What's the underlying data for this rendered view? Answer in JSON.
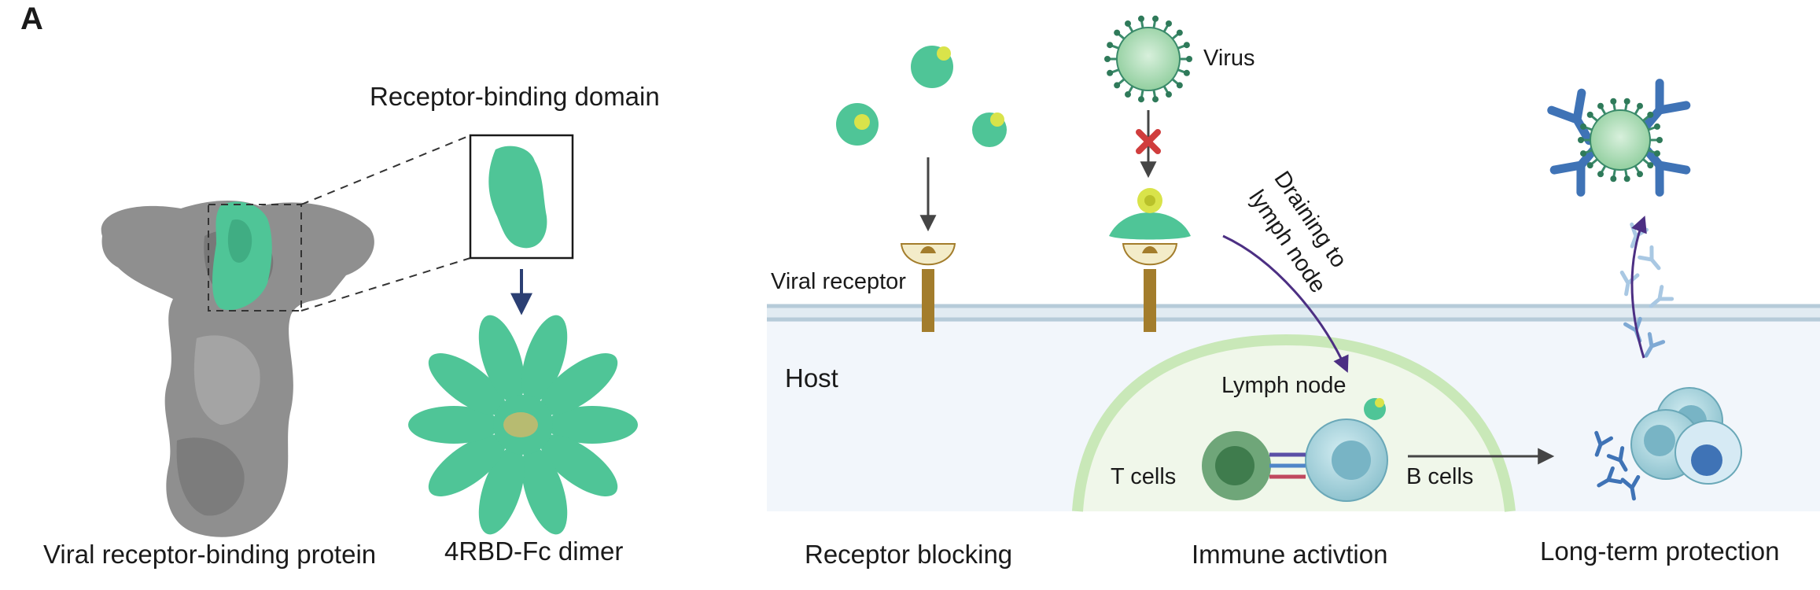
{
  "panel_label": "A",
  "left": {
    "rbd_label": "Receptor-binding domain",
    "protein_caption": "Viral receptor-binding protein",
    "dimer_caption": "4RBD-Fc dimer"
  },
  "right": {
    "virus_label": "Virus",
    "receptor_label": "Viral receptor",
    "host_label": "Host",
    "draining_line1": "Draining to",
    "draining_line2": "lymph node",
    "lymph_node_label": "Lymph node",
    "t_cells_label": "T cells",
    "b_cells_label": "B cells",
    "captions": [
      "Receptor blocking",
      "Immune activtion",
      "Long-term protection"
    ]
  },
  "colors": {
    "rbd_green": "#4fc597",
    "spike_gray": "#8d8d8d",
    "host_bg": "#f2f6fb",
    "membrane": "#b6cbd9",
    "receptor_gold": "#a37d2c",
    "lymph_green": "#c9e8b8",
    "antibody_blue": "#3f73b6",
    "block_red": "#d03d3d",
    "arrow_purple": "#4c2f83"
  }
}
